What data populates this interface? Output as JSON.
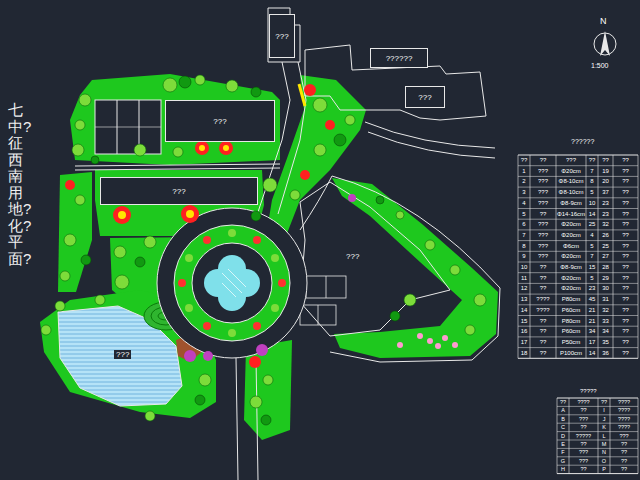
{
  "diagram": {
    "nodes": [
      {
        "text": [
          "???"
        ]
      },
      {
        "text": [
          "??????"
        ]
      },
      {
        "text": [
          "???"
        ]
      },
      {
        "text": [
          "???"
        ]
      },
      {
        "text": [
          "???"
        ]
      }
    ],
    "labels": [
      "七中?征西南用地?化?平面?",
      "???",
      "???",
      "N",
      "1:500",
      "??????",
      "??",
      "??",
      "???",
      "??",
      "??",
      "??",
      "1",
      "???",
      "Φ20cm",
      "7",
      "19",
      "??",
      "2",
      "???",
      "Φ8-10cm",
      "8",
      "20",
      "??",
      "3",
      "???",
      "Φ8-10cm",
      "5",
      "37",
      "??",
      "4",
      "???",
      "Φ8-9cm",
      "10",
      "23",
      "??",
      "5",
      "??",
      "Φ14-16cm",
      "14",
      "23",
      "??",
      "6",
      "???",
      "Φ20cm",
      "25",
      "32",
      "??",
      "7",
      "???",
      "Φ20cm",
      "4",
      "26",
      "??",
      "8",
      "???",
      "Φ6cm",
      "5",
      "25",
      "??",
      "9",
      "???",
      "Φ20cm",
      "7",
      "27",
      "??",
      "10",
      "??",
      "Φ8-9cm",
      "15",
      "28",
      "??",
      "11",
      "??",
      "Φ20cm",
      "5",
      "29",
      "??",
      "12",
      "??",
      "Φ20cm",
      "23",
      "30",
      "??",
      "13",
      "????",
      "P80cm",
      "45",
      "31",
      "??",
      "14",
      "????",
      "P60cm",
      "21",
      "32",
      "??",
      "15",
      "??",
      "P80cm",
      "21",
      "33",
      "??",
      "16",
      "??",
      "P60cm",
      "34",
      "34",
      "??",
      "17",
      "??",
      "P50cm",
      "17",
      "35",
      "??",
      "18",
      "??",
      "P100cm",
      "14",
      "36",
      "??",
      "?????",
      "??",
      "????",
      "??",
      "????",
      "A",
      "??",
      "I",
      "????",
      "B",
      "???",
      "J",
      "????",
      "C",
      "??",
      "K",
      "????",
      "D",
      "?????",
      "L",
      "???",
      "E",
      "??",
      "M",
      "??",
      "F",
      "???",
      "N",
      "??",
      "G",
      "???",
      "O",
      "??",
      "H",
      "??",
      "P",
      "??"
    ]
  }
}
